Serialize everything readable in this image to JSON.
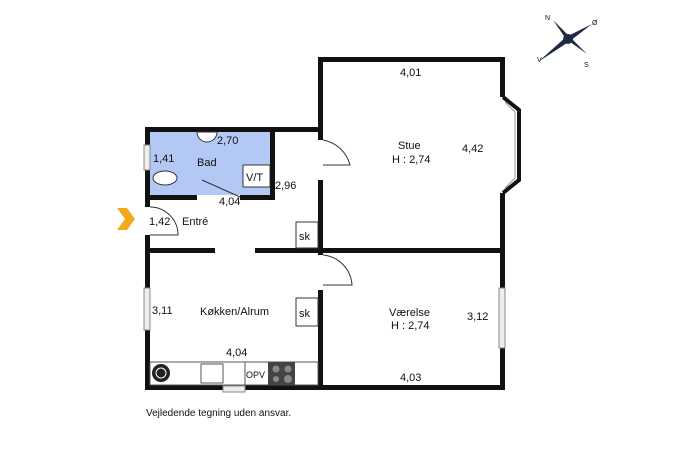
{
  "compass": {
    "n": "N",
    "o": "Ø",
    "s": "S",
    "v": "V"
  },
  "rooms": {
    "bad": {
      "label": "Bad",
      "dim1": "2,70",
      "dim2": "1,41"
    },
    "vt": "V/T",
    "entre": {
      "label": "Entré",
      "dim1": "1,42",
      "dim2": "2,96",
      "dim3": "4,04"
    },
    "stue": {
      "label": "Stue",
      "height": "H : 2,74",
      "dim1": "4,01",
      "dim2": "4,42"
    },
    "vaerelse": {
      "label": "Værelse",
      "height": "H : 2,74",
      "dim1": "3,12",
      "dim2": "4,03"
    },
    "kokken": {
      "label": "Køkken/Alrum",
      "dim1": "3,11",
      "dim2": "4,04"
    },
    "sk1": "sk",
    "sk2": "sk",
    "opv": "OPV"
  },
  "colors": {
    "bath": "#b4c8f5",
    "entry_arrow": "#f4a81d",
    "wall": "#111111"
  },
  "disclaimer": "Vejledende tegning uden ansvar."
}
